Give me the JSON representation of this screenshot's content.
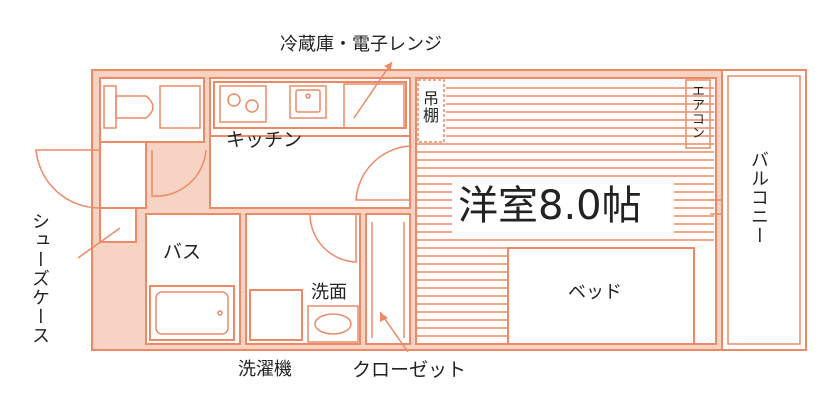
{
  "labels": {
    "fridge_microwave": "冷蔵庫・電子レンジ",
    "kitchen": "キッチン",
    "bath": "バス",
    "washbasin": "洗面",
    "washing_machine": "洗濯機",
    "closet": "クローゼット",
    "shoe_case": "シューズケース",
    "hanging_shelf": "吊棚",
    "aircon": "エアコン",
    "room": "洋室8.0帖",
    "bed": "ベッド",
    "balcony": "バルコニー"
  },
  "colors": {
    "line": "#ec8a67",
    "wall_fill": "#f6d3c3",
    "text": "#222222",
    "background": "#ffffff"
  }
}
